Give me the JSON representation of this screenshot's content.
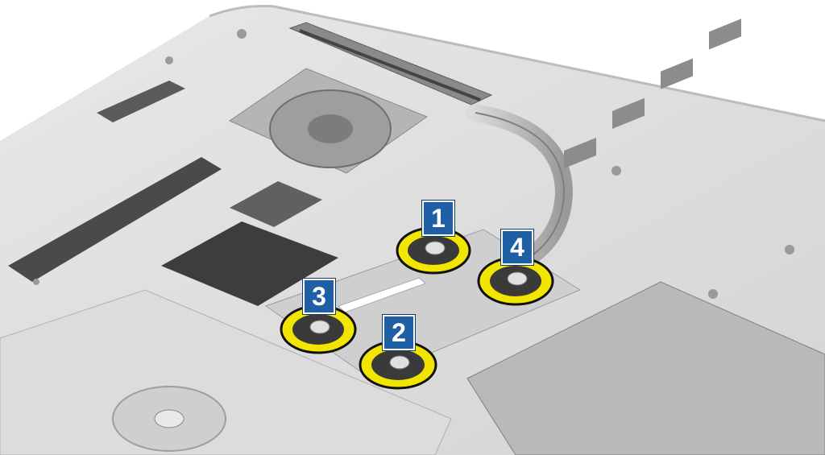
{
  "photo": {
    "description_icon": "laptop-base-heatsink-photo",
    "colors": {
      "chassis": "#e2e2e2",
      "chassis_dark": "#bdbdbd",
      "cutout": "#3d3d3d",
      "ring": "#f2e600",
      "callout_bg": "#1f5fa6"
    }
  },
  "callouts": [
    {
      "number": "1"
    },
    {
      "number": "2"
    },
    {
      "number": "3"
    },
    {
      "number": "4"
    }
  ]
}
